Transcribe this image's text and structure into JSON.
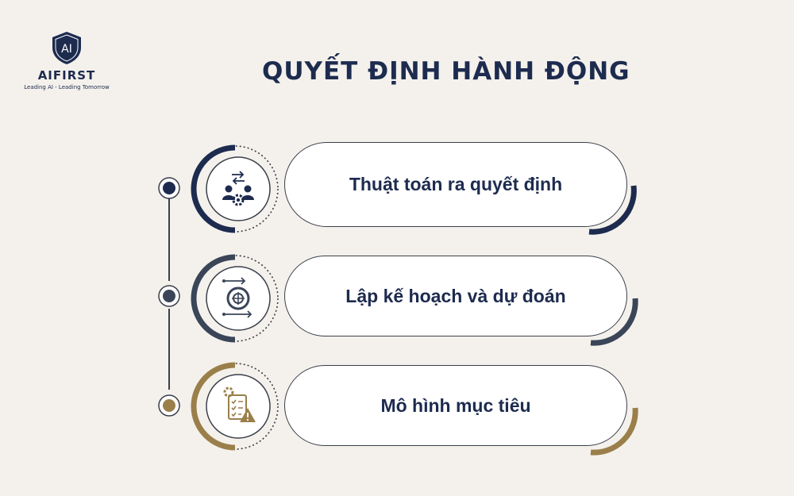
{
  "logo": {
    "mark": "AI",
    "name": "AIFIRST",
    "tagline": "Leading AI - Leading Tomorrow"
  },
  "title": "QUYẾT ĐỊNH HÀNH ĐỘNG",
  "items": [
    {
      "label": "Thuật toán ra quyết định",
      "icon": "decision-algorithm-icon",
      "color": "#1d2b4f"
    },
    {
      "label": "Lập kế hoạch và dự đoán",
      "icon": "planning-prediction-icon",
      "color": "#3a4558"
    },
    {
      "label": "Mô hình mục tiêu",
      "icon": "goal-model-icon",
      "color": "#9a7f4a"
    }
  ]
}
